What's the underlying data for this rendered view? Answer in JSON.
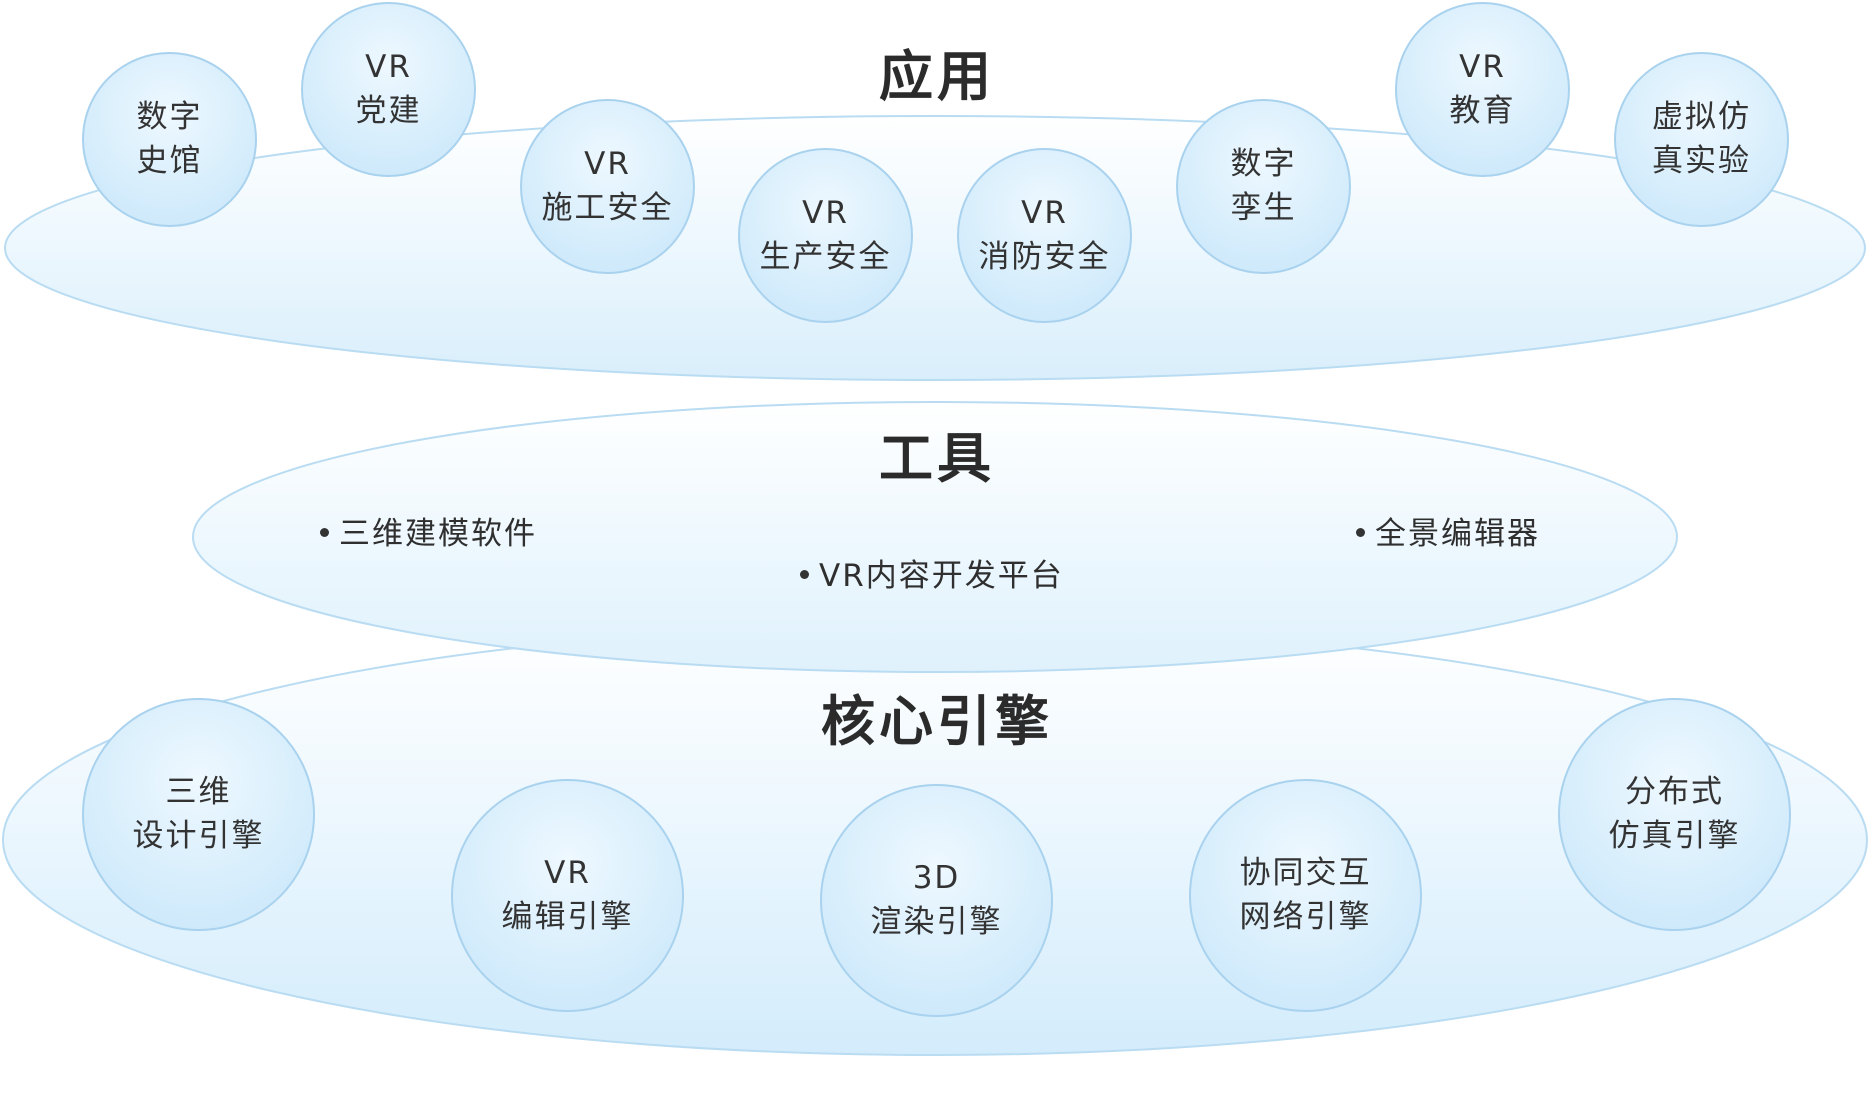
{
  "layers": {
    "application": {
      "title": "应用",
      "items": [
        {
          "line1": "数字",
          "line2": "史馆"
        },
        {
          "line1": "VR",
          "line2": "党建"
        },
        {
          "line1": "VR",
          "line2": "施工安全"
        },
        {
          "line1": "VR",
          "line2": "生产安全"
        },
        {
          "line1": "VR",
          "line2": "消防安全"
        },
        {
          "line1": "数字",
          "line2": "孪生"
        },
        {
          "line1": "VR",
          "line2": "教育"
        },
        {
          "line1": "虚拟仿",
          "line2": "真实验"
        }
      ]
    },
    "tools": {
      "title": "工具",
      "items": [
        "三维建模软件",
        "VR内容开发平台",
        "全景编辑器"
      ]
    },
    "engine": {
      "title": "核心引擎",
      "items": [
        {
          "line1": "三维",
          "line2": "设计引擎"
        },
        {
          "line1": "VR",
          "line2": "编辑引擎"
        },
        {
          "line1": "3D",
          "line2": "渲染引擎"
        },
        {
          "line1": "协同交互",
          "line2": "网络引擎"
        },
        {
          "line1": "分布式",
          "line2": "仿真引擎"
        }
      ]
    }
  },
  "colors": {
    "disc_fill": "#e4f3fd",
    "disc_edge": "#b9dcf2",
    "bubble_border": "#a9d2ee",
    "connector": "#3fb6d8"
  }
}
